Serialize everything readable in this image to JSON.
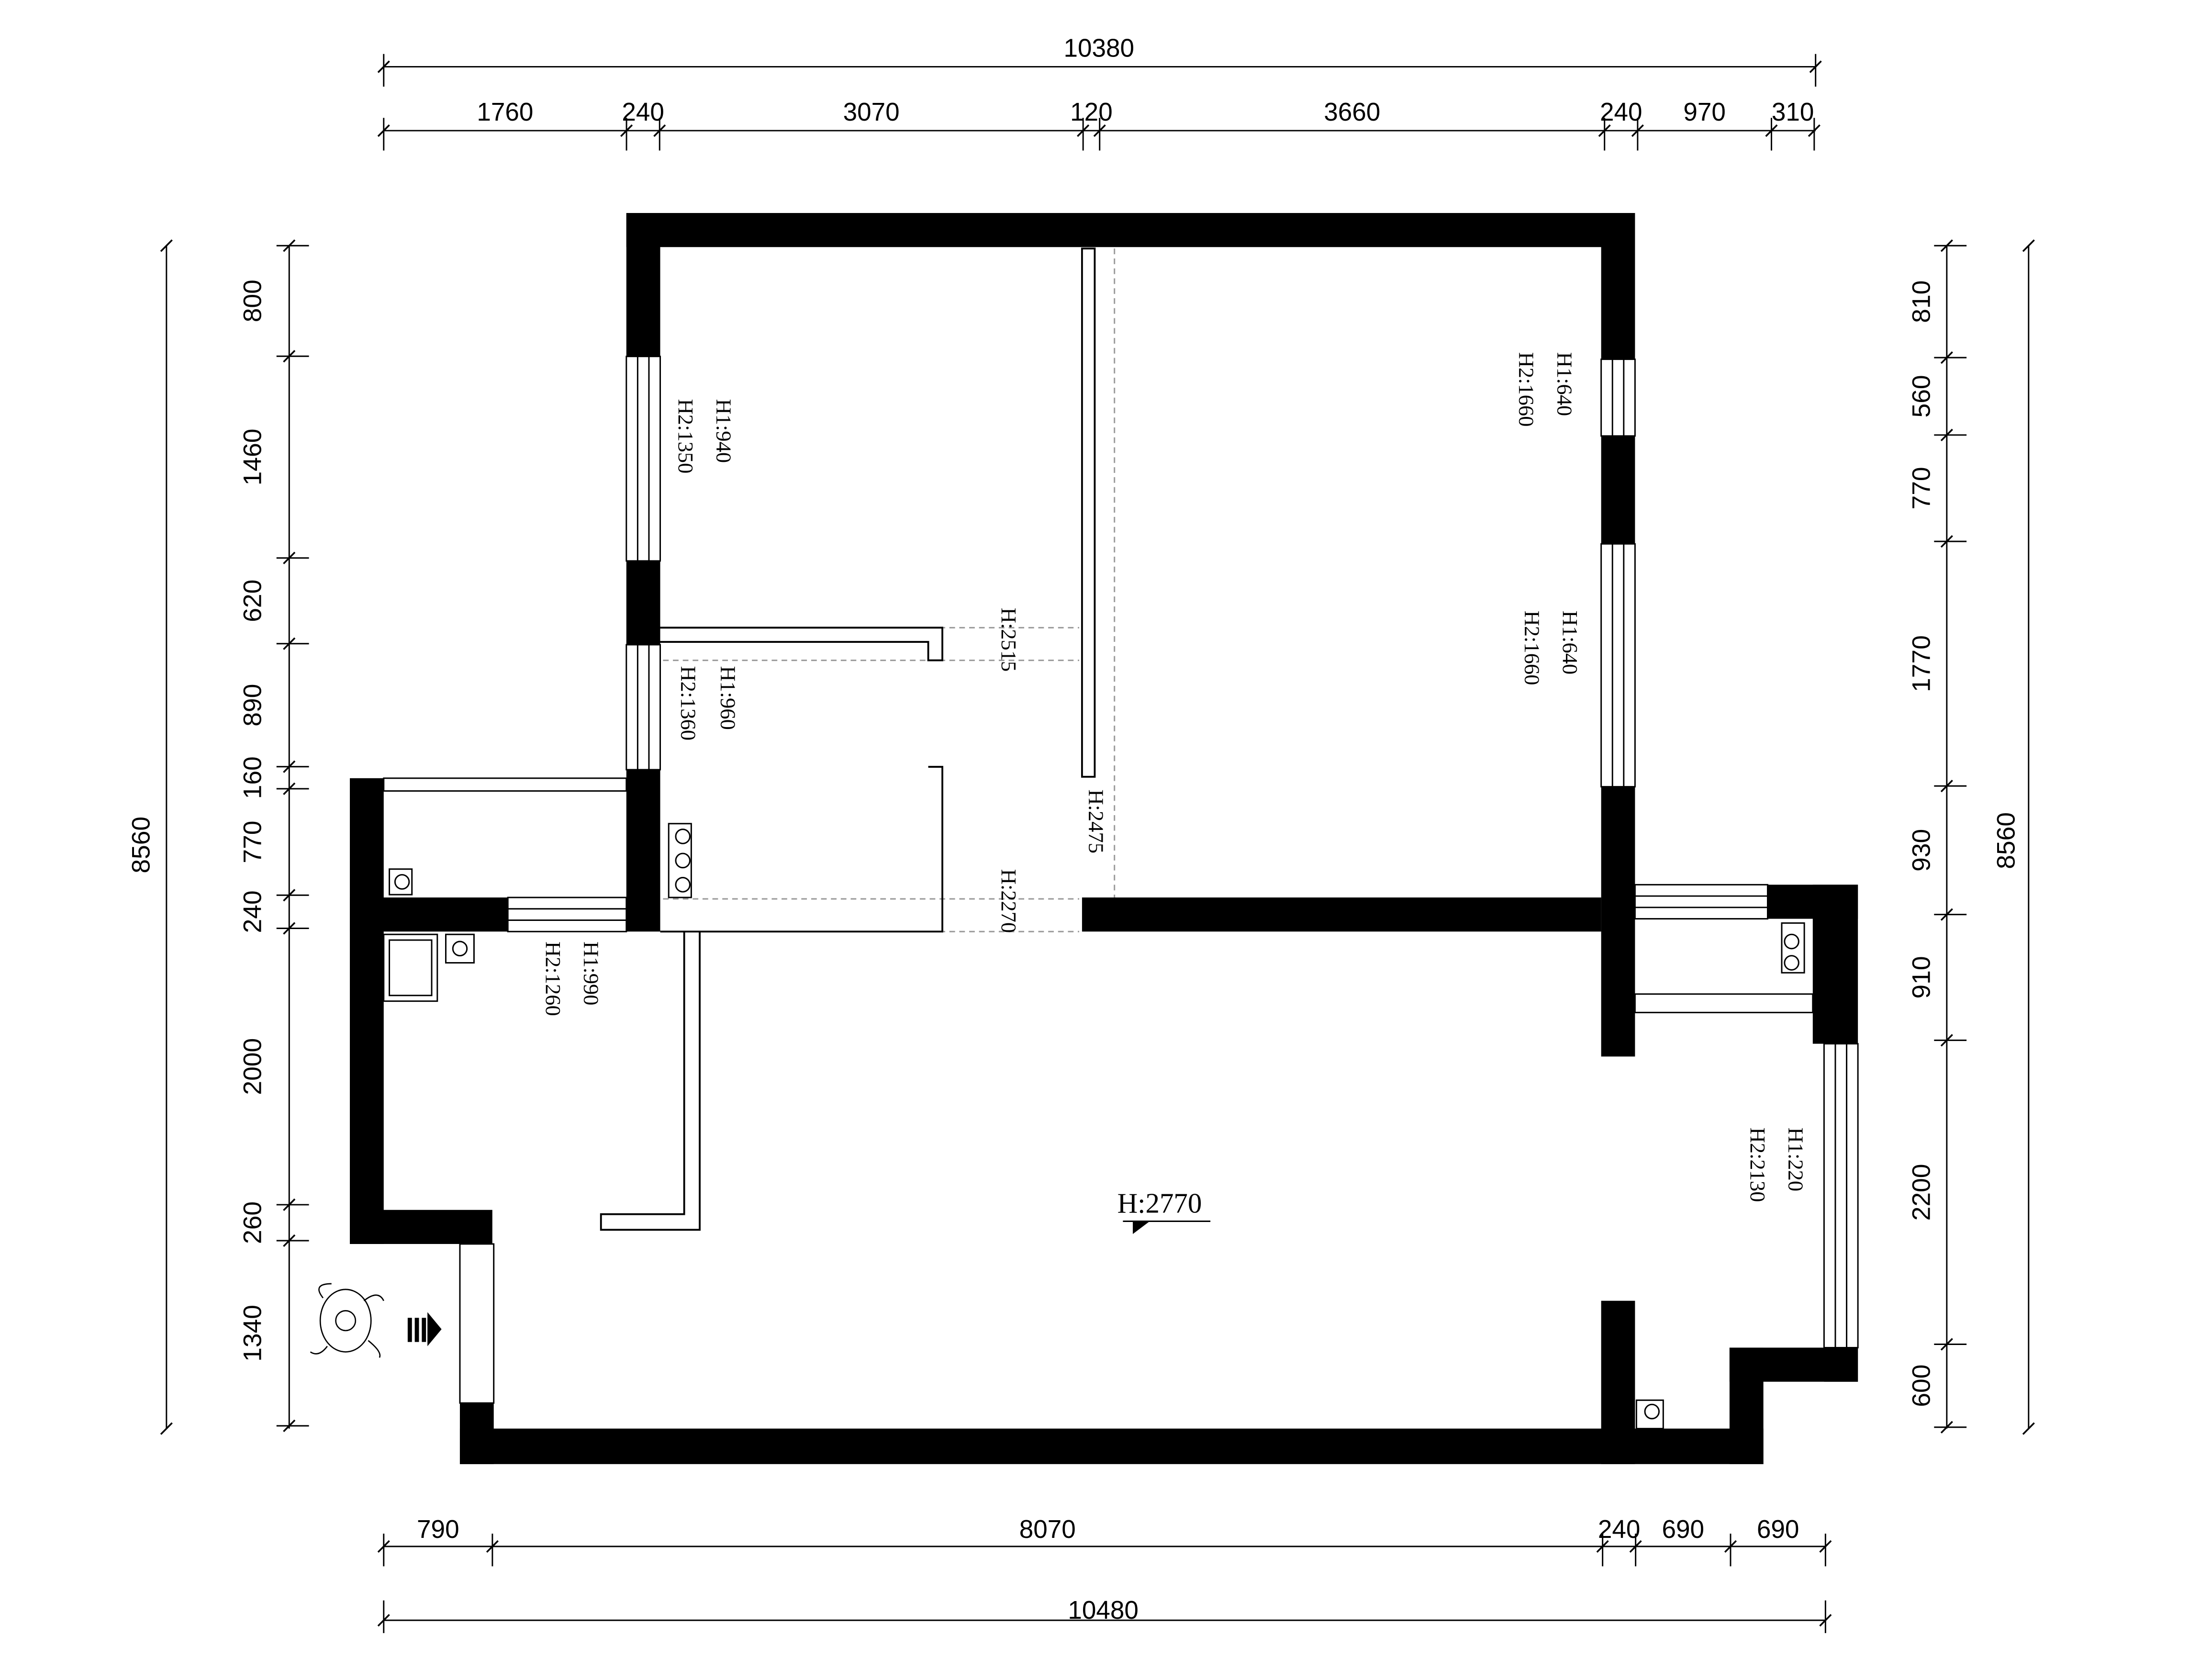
{
  "plan": {
    "colors": {
      "wall": "#000000",
      "line": "#000000",
      "background": "#ffffff",
      "guide": "#9a9a9a"
    },
    "dimensions": {
      "top_total": "10380",
      "top": [
        "1760",
        "240",
        "3070",
        "120",
        "3660",
        "240",
        "970",
        "310"
      ],
      "bottom": [
        "790",
        "8070",
        "240",
        "690",
        "690"
      ],
      "bottom_total": "10480",
      "left": [
        "800",
        "1460",
        "620",
        "890",
        "160",
        "770",
        "240",
        "2000",
        "260",
        "1340"
      ],
      "left_total": "8560",
      "right": [
        "810",
        "560",
        "770",
        "1770",
        "930",
        "910",
        "2200",
        "600"
      ],
      "right_total": "8560"
    },
    "annotations": {
      "win_left_upper": {
        "h1": "H1:940",
        "h2": "H2:1350"
      },
      "win_left_mid": {
        "h1": "H1:960",
        "h2": "H2:1360"
      },
      "win_kitchen": {
        "h1": "H1:990",
        "h2": "H2:1260"
      },
      "win_right_upper": {
        "h1": "H1:640",
        "h2": "H2:1660"
      },
      "win_right_lower": {
        "h1": "H1:640",
        "h2": "H2:1660"
      },
      "win_balcony": {
        "h1": "H1:220",
        "h2": "H2:2130"
      },
      "beam_upper": "H:2515",
      "beam_lower": "H:2270",
      "partition": "H:2475",
      "ceiling_height": "H:2770"
    },
    "icons": {
      "entrance_arrow": "entry-arrow-icon",
      "person": "person-icon",
      "pipe": "pipe-icon"
    }
  }
}
